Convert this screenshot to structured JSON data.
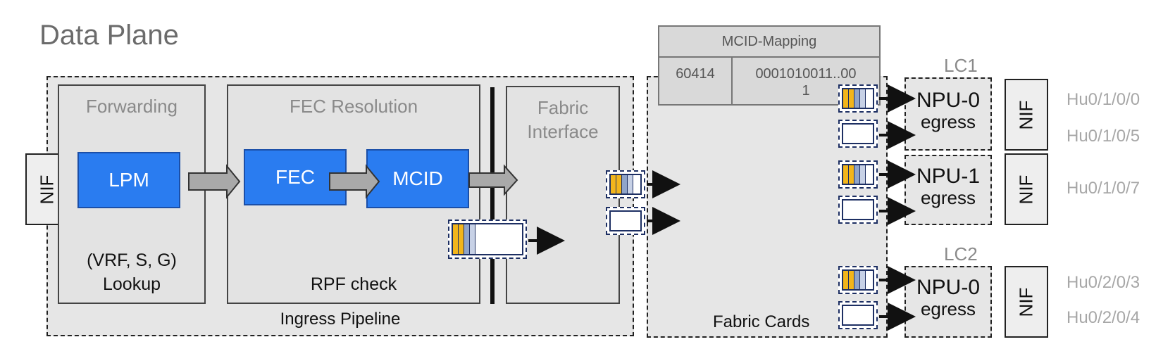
{
  "title": "Data Plane",
  "ingress": {
    "label": "Ingress Pipeline",
    "forwarding": {
      "title": "Forwarding",
      "block": "LPM",
      "sub1": "(VRF, S, G)",
      "sub2": "Lookup"
    },
    "fec_resolution": {
      "title": "FEC Resolution",
      "block1": "FEC",
      "block2": "MCID",
      "sub": "RPF check"
    },
    "fabric_interface": {
      "title1": "Fabric",
      "title2": "Interface"
    }
  },
  "nif_label": "NIF",
  "fabric_cards": {
    "label": "Fabric Cards"
  },
  "mcid_mapping": {
    "header": "MCID-Mapping",
    "key": "60414",
    "value1": "0001010011..00",
    "value2": "1"
  },
  "line_cards": [
    {
      "name": "LC1",
      "npus": [
        {
          "name": "NPU-0",
          "sub": "egress",
          "ports": [
            "Hu0/1/0/0",
            "Hu0/1/0/5"
          ]
        },
        {
          "name": "NPU-1",
          "sub": "egress",
          "ports": [
            "Hu0/1/0/7"
          ]
        }
      ]
    },
    {
      "name": "LC2",
      "npus": [
        {
          "name": "NPU-0",
          "sub": "egress",
          "ports": [
            "Hu0/2/0/3",
            "Hu0/2/0/4"
          ]
        }
      ]
    }
  ],
  "colors": {
    "accent_blue": "#2a7cf0",
    "packet_yellow": "#f2b51b",
    "packet_blue": "#8fa4c9"
  }
}
